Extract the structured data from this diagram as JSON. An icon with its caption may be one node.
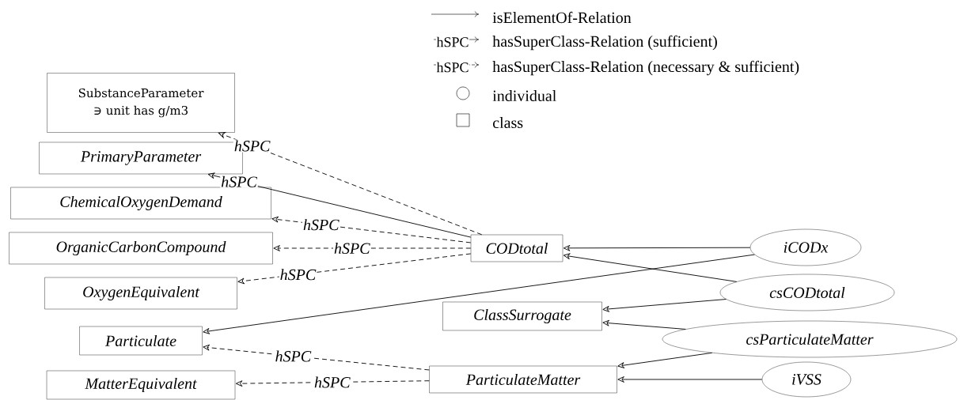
{
  "diagram": {
    "nodes": [
      {
        "text": [
          "SubstanceParameter ∋ unit has g/m3"
        ]
      },
      {
        "text": [
          "PrimaryParameter"
        ]
      },
      {
        "text": [
          "ChemicalOxygenDemand"
        ]
      },
      {
        "text": [
          "OrganicCarbonCompound"
        ]
      },
      {
        "text": [
          "OxygenEquivalent"
        ]
      },
      {
        "text": [
          "Particulate"
        ]
      },
      {
        "text": [
          "MatterEquivalent"
        ]
      },
      {
        "text": [
          "CODtotal"
        ]
      },
      {
        "text": [
          "ClassSurrogate"
        ]
      },
      {
        "text": [
          "ParticulateMatter"
        ]
      },
      {
        "text": [
          "iCODx"
        ]
      },
      {
        "text": [
          "csCODtotal"
        ]
      },
      {
        "text": [
          "csParticulateMatter"
        ]
      },
      {
        "text": [
          "iVSS"
        ]
      }
    ],
    "edges": [
      {
        "from": 7,
        "to": 0,
        "arrow": "to",
        "label": "hSPC",
        "style": "dashed"
      },
      {
        "from": 7,
        "to": 1,
        "arrow": "to",
        "label": "hSPC"
      },
      {
        "from": 7,
        "to": 2,
        "arrow": "to",
        "label": "hSPC",
        "style": "dashed"
      },
      {
        "from": 7,
        "to": 3,
        "arrow": "to",
        "label": "hSPC",
        "style": "dashed"
      },
      {
        "from": 7,
        "to": 4,
        "arrow": "to",
        "label": "hSPC",
        "style": "dashed"
      },
      {
        "from": 10,
        "to": 7,
        "arrow": "to"
      },
      {
        "from": 11,
        "to": 7,
        "arrow": "to"
      },
      {
        "from": 10,
        "to": 5,
        "arrow": "to"
      },
      {
        "from": 11,
        "to": 8,
        "arrow": "to"
      },
      {
        "from": 12,
        "to": 8,
        "arrow": "to"
      },
      {
        "from": 12,
        "to": 9,
        "arrow": "to"
      },
      {
        "from": 13,
        "to": 9,
        "arrow": "to"
      },
      {
        "from": 9,
        "to": 5,
        "arrow": "to",
        "label": "hSPC",
        "style": "dashed"
      },
      {
        "from": 9,
        "to": 6,
        "arrow": "to",
        "label": "hSPC",
        "style": "dashed"
      }
    ],
    "labels": [
      "hSPC",
      "hSPC"
    ],
    "legend": [
      {
        "text": "isElementOf-Relation"
      },
      {
        "text": "hasSuperClass-Relation (sufficient)"
      },
      {
        "text": "hasSuperClass-Relation (necessary & sufficient)"
      },
      {
        "text": "individual"
      },
      {
        "text": "class"
      }
    ]
  }
}
